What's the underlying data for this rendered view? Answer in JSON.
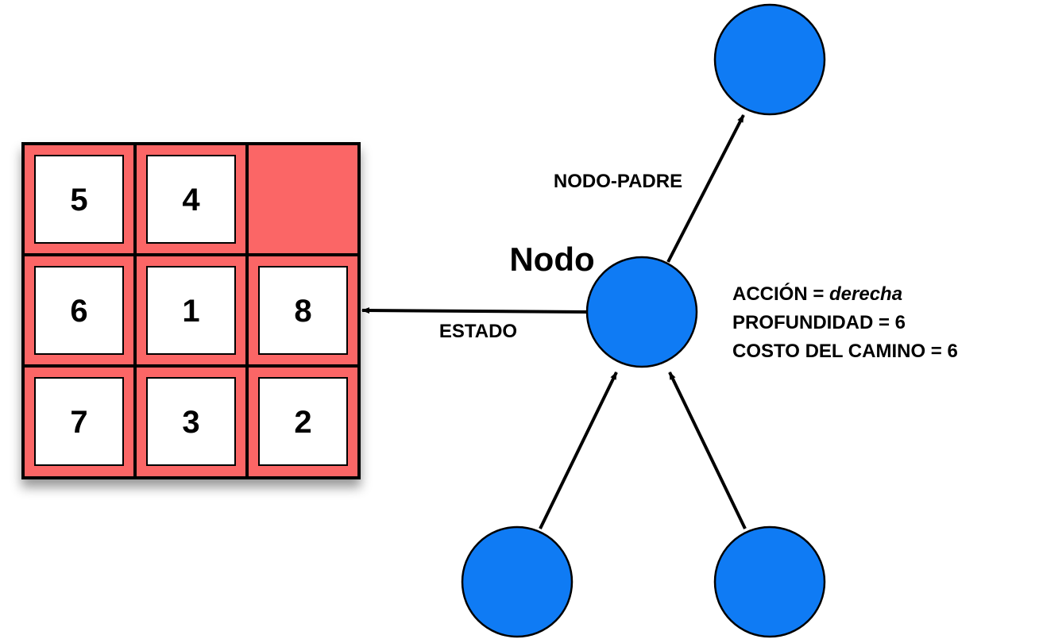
{
  "puzzle": {
    "tiles": [
      [
        "5",
        "4",
        ""
      ],
      [
        "6",
        "1",
        "8"
      ],
      [
        "7",
        "3",
        "2"
      ]
    ]
  },
  "labels": {
    "node_title": "Nodo",
    "parent_edge": "NODO-PADRE",
    "state_edge": "ESTADO"
  },
  "info": {
    "action_label": "ACCIÓN = ",
    "action_value": "derecha",
    "depth": "PROFUNDIDAD = 6",
    "path_cost": "COSTO DEL CAMINO = 6"
  },
  "colors": {
    "node_fill": "#0f7bf4",
    "board_fill": "#fb6666",
    "tile_fill": "#ffffff"
  }
}
